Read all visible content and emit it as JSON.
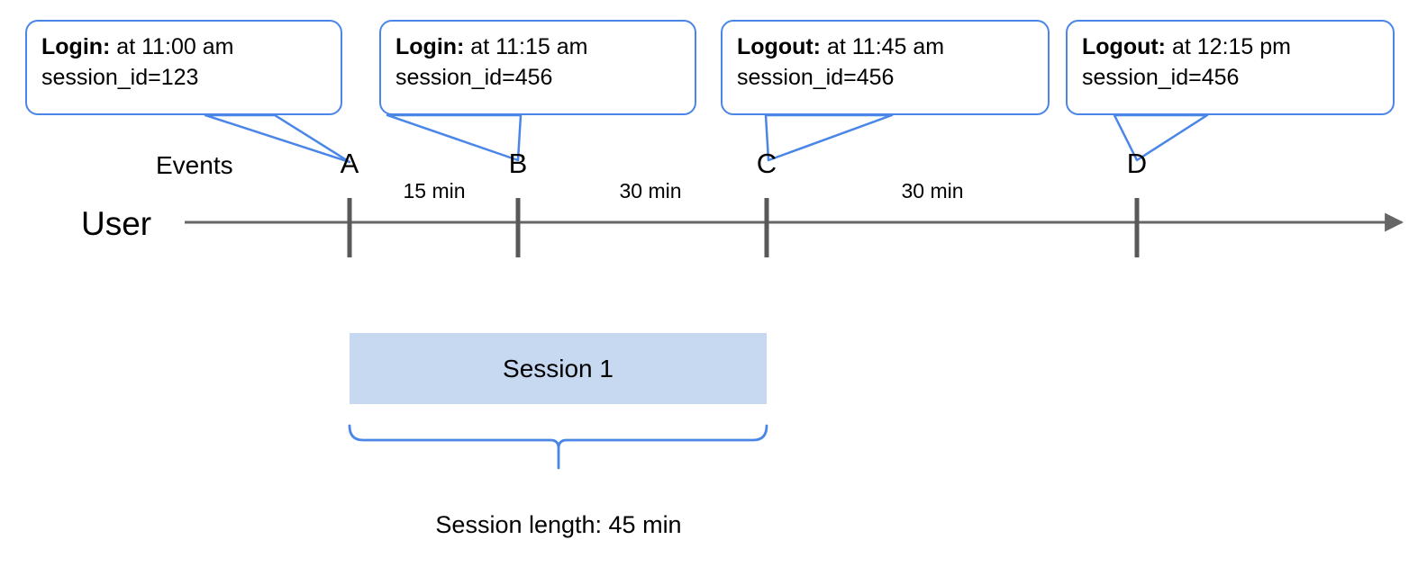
{
  "diagram": {
    "title_row_label": "Events",
    "lane_label": "User",
    "callouts": [
      {
        "event": "Login:",
        "detail": " at 11:00 am",
        "session": "session_id=123",
        "target": "A"
      },
      {
        "event": "Login:",
        "detail": " at 11:15 am",
        "session": "session_id=456",
        "target": "B"
      },
      {
        "event": "Logout:",
        "detail": " at 11:45 am",
        "session": "session_id=456",
        "target": "C"
      },
      {
        "event": "Logout:",
        "detail": " at 12:15 pm",
        "session": "session_id=456",
        "target": "D"
      }
    ],
    "markers": [
      {
        "label": "A"
      },
      {
        "label": "B"
      },
      {
        "label": "C"
      },
      {
        "label": "D"
      }
    ],
    "intervals": [
      {
        "label": "15 min"
      },
      {
        "label": "30 min"
      },
      {
        "label": "30 min"
      }
    ],
    "session": {
      "bar_label": "Session 1",
      "caption": "Session length: 45 min"
    },
    "colors": {
      "callout_border": "#4a86e8",
      "session_fill": "#c6d9f1",
      "axis": "#666666",
      "brace": "#4a86e8",
      "text": "#000000"
    }
  }
}
